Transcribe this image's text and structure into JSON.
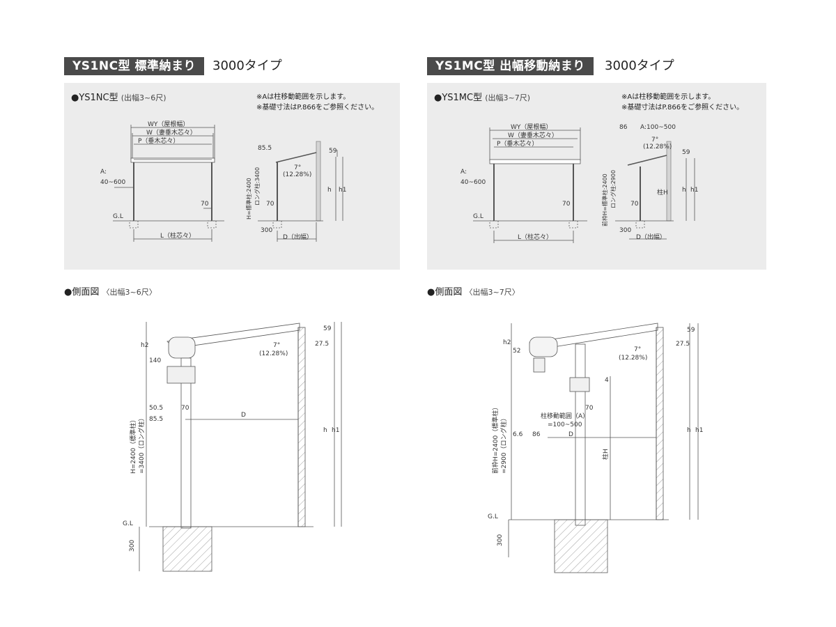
{
  "left": {
    "title": "YS1NC型 標準納まり",
    "title_suffix": "3000タイプ",
    "model": "●YS1NC型",
    "model_range": "(出幅3~6尺)",
    "notes": [
      "※Aは柱移動範囲を示します。",
      "※基礎寸法はP.866をご参照ください。"
    ],
    "front": {
      "wy": "WY（屋根幅）",
      "w": "W（妻垂木芯々）",
      "p": "P（垂木芯々）",
      "a1": "A:",
      "a2": "40~600",
      "gl": "G.L",
      "d70": "70",
      "l": "L（柱芯々）"
    },
    "side": {
      "d855": "85.5",
      "h_label": "H=標準柱:2400",
      "h_label2": "ロング柱:3400",
      "d70": "70",
      "d300": "300",
      "d59": "59",
      "h": "h",
      "h1": "h1",
      "angle": "7°",
      "angle2": "(12.28%)",
      "d": "D（出幅）"
    },
    "section": "●側面図",
    "section_range": "〈出幅3~6尺〉",
    "detail": {
      "h2": "h2",
      "d140": "140",
      "d505": "50.5",
      "d855": "85.5",
      "d70": "70",
      "d": "D",
      "angle": "7°",
      "angle2": "(12.28%)",
      "d59": "59",
      "d275": "27.5",
      "h": "h",
      "h1": "h1",
      "hv1": "H=2400（標準柱）",
      "hv2": "=3400（ロング柱）",
      "gl": "G.L",
      "d300": "300"
    }
  },
  "right": {
    "title": "YS1MC型 出幅移動納まり",
    "title_suffix": "3000タイプ",
    "model": "●YS1MC型",
    "model_range": "(出幅3~7尺)",
    "notes": [
      "※Aは柱移動範囲を示します。",
      "※基礎寸法はP.866をご参照ください。"
    ],
    "front": {
      "wy": "WY（屋根幅）",
      "w": "W（妻垂木芯々）",
      "p": "P（垂木芯々）",
      "a1": "A:",
      "a2": "40~600",
      "gl": "G.L",
      "d70": "70",
      "l": "L（柱芯々）"
    },
    "side": {
      "d86": "86",
      "a_range": "A:100~500",
      "angle": "7°",
      "angle2": "(12.28%)",
      "d59": "59",
      "h_label": "前枠H=標準柱:2400",
      "h_label2": "ロング柱:2900",
      "pillar_h": "柱H",
      "h": "h",
      "h1": "h1",
      "d70": "70",
      "d300": "300",
      "d": "D（出幅）"
    },
    "section": "●側面図",
    "section_range": "〈出幅3~7尺〉",
    "detail": {
      "h2": "h2",
      "d52": "52",
      "d4": "4",
      "d70": "70",
      "range1": "柱移動範囲（A）",
      "range2": "=100~500",
      "d66": "6.6",
      "d86": "86",
      "d": "D",
      "angle": "7°",
      "angle2": "(12.28%)",
      "d59": "59",
      "d275": "27.5",
      "h": "h",
      "h1": "h1",
      "hv1": "前枠H=2400（標準柱）",
      "hv2": "=2900（ロング柱）",
      "pillar_h": "柱H",
      "gl": "G.L",
      "d300": "300"
    }
  }
}
